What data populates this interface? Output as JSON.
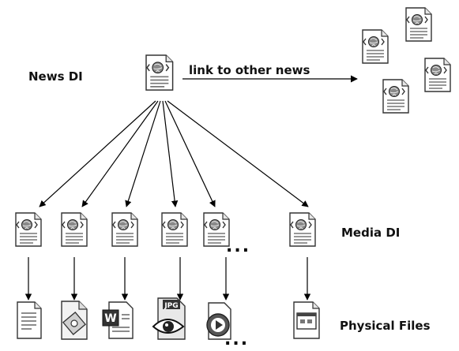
{
  "labels": {
    "news_di": "News DI",
    "link": "link to other news",
    "media_di": "Media DI",
    "physical_files": "Physical Files",
    "ellipsis": "..."
  },
  "icons": {
    "di_document": "di-document-icon",
    "text_file": "text-file-icon",
    "tool_file": "tool-file-icon",
    "word_file": "word-file-icon",
    "image_file": "image-eye-file-icon",
    "video_file": "video-play-file-icon",
    "window_file": "window-file-icon"
  },
  "colors": {
    "line": "#000000",
    "icon_stroke": "#333333",
    "globe": "#7a7a7a"
  }
}
